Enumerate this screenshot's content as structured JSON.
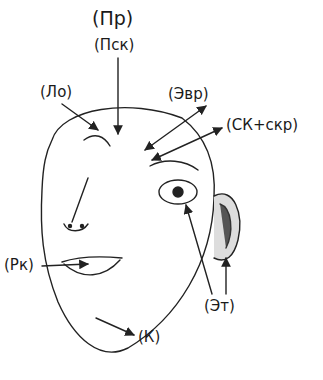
{
  "diagram": {
    "labels": [
      "(Пр)",
      "(Пск)",
      "(Ло)",
      "(Эвр)",
      "(СК+скр)",
      "(Рк)",
      "(Эт)",
      "(К)"
    ]
  }
}
